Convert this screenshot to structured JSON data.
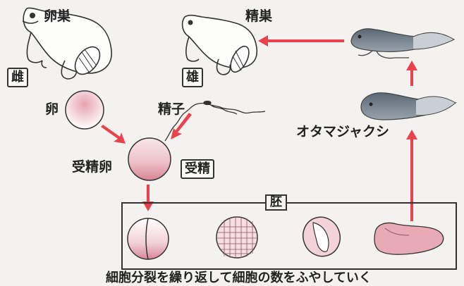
{
  "labels": {
    "ovary": "卵巣",
    "testis": "精巣",
    "female": "雌",
    "male": "雄",
    "egg": "卵",
    "sperm": "精子",
    "fertilized_egg": "受精卵",
    "fertilization": "受精",
    "tadpole": "オタマジャクシ",
    "embryo": "胚"
  },
  "caption": "細胞分裂を繰り返して細胞の数をふやしていく",
  "colors": {
    "arrow": "#e8424d",
    "outline": "#333333",
    "cell_pink": "#d98596",
    "tadpole": "#6d7a86",
    "embryo_pink": "#d9909c"
  }
}
